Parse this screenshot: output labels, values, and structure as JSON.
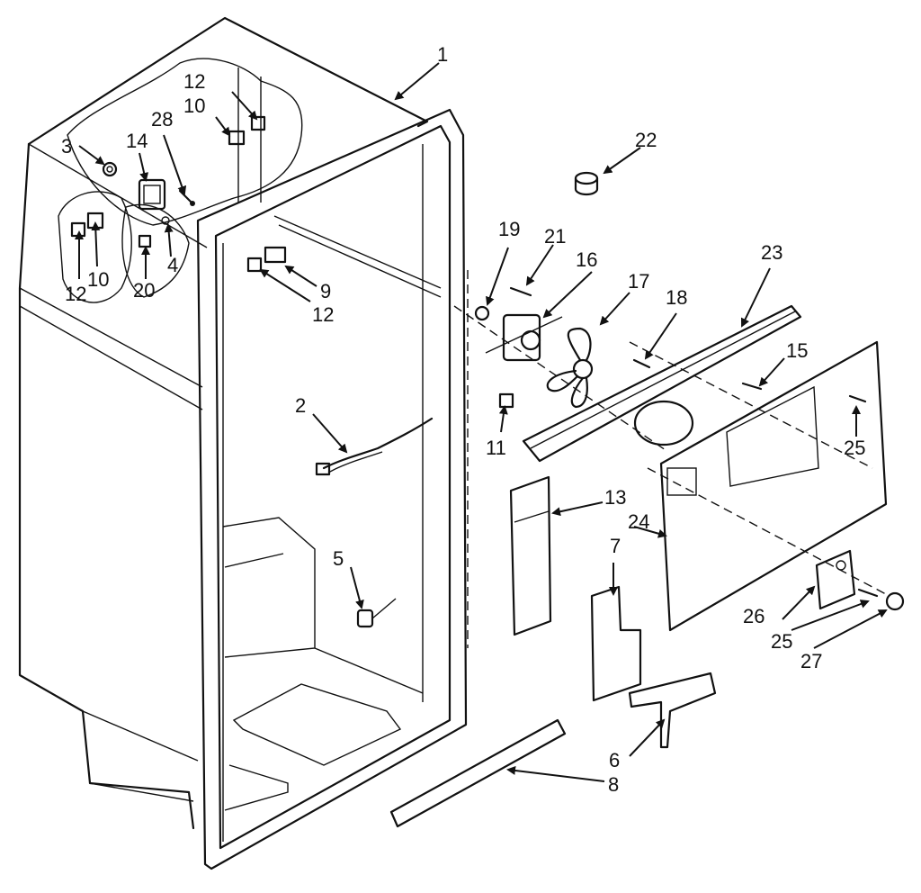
{
  "diagram": {
    "callouts": [
      {
        "id": "c1",
        "text": "1"
      },
      {
        "id": "c2",
        "text": "2"
      },
      {
        "id": "c3",
        "text": "3"
      },
      {
        "id": "c4",
        "text": "4"
      },
      {
        "id": "c5",
        "text": "5"
      },
      {
        "id": "c6",
        "text": "6"
      },
      {
        "id": "c7",
        "text": "7"
      },
      {
        "id": "c8",
        "text": "8"
      },
      {
        "id": "c9",
        "text": "9"
      },
      {
        "id": "c10a",
        "text": "10"
      },
      {
        "id": "c10b",
        "text": "10"
      },
      {
        "id": "c11",
        "text": "11"
      },
      {
        "id": "c12a",
        "text": "12"
      },
      {
        "id": "c12b",
        "text": "12"
      },
      {
        "id": "c12c",
        "text": "12"
      },
      {
        "id": "c13",
        "text": "13"
      },
      {
        "id": "c14",
        "text": "14"
      },
      {
        "id": "c15",
        "text": "15"
      },
      {
        "id": "c16",
        "text": "16"
      },
      {
        "id": "c17",
        "text": "17"
      },
      {
        "id": "c18",
        "text": "18"
      },
      {
        "id": "c19",
        "text": "19"
      },
      {
        "id": "c20",
        "text": "20"
      },
      {
        "id": "c21",
        "text": "21"
      },
      {
        "id": "c22",
        "text": "22"
      },
      {
        "id": "c23",
        "text": "23"
      },
      {
        "id": "c24",
        "text": "24"
      },
      {
        "id": "c25a",
        "text": "25"
      },
      {
        "id": "c25b",
        "text": "25"
      },
      {
        "id": "c26",
        "text": "26"
      },
      {
        "id": "c27",
        "text": "27"
      },
      {
        "id": "c28",
        "text": "28"
      }
    ]
  }
}
